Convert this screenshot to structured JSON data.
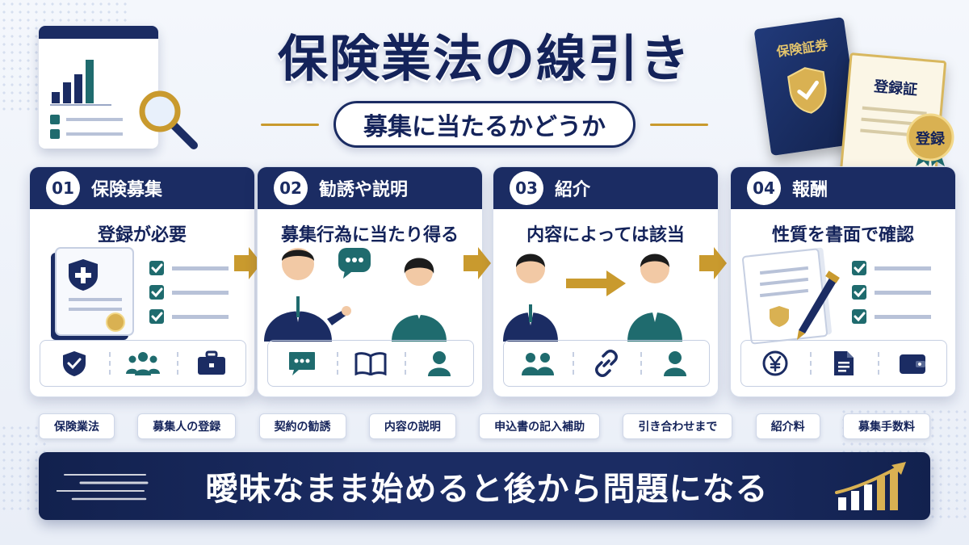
{
  "title": "保険業法の線引き",
  "subtitle": "募集に当たるかどうか",
  "top_right": {
    "book_label": "保険証券",
    "cert_label": "登録証",
    "seal_label": "登録"
  },
  "steps": [
    {
      "num": "01",
      "title": "保険募集",
      "subtitle": "登録が必要",
      "icons": [
        "shield-check-icon",
        "group-icon",
        "briefcase-icon"
      ]
    },
    {
      "num": "02",
      "title": "勧誘や説明",
      "subtitle": "募集行為に当たり得る",
      "icons": [
        "chat-bubble-icon",
        "open-book-icon",
        "person-icon"
      ]
    },
    {
      "num": "03",
      "title": "紹介",
      "subtitle": "内容によっては該当",
      "icons": [
        "two-people-icon",
        "link-icon",
        "person-icon"
      ]
    },
    {
      "num": "04",
      "title": "報酬",
      "subtitle": "性質を書面で確認",
      "icons": [
        "yen-coin-icon",
        "document-icon",
        "wallet-icon"
      ]
    }
  ],
  "tags": [
    "保険業法",
    "募集人の登録",
    "契約の勧誘",
    "内容の説明",
    "申込書の記入補助",
    "引き合わせまで",
    "紹介料",
    "募集手数料"
  ],
  "banner": {
    "text": "曖昧なまま始めると後から問題になる"
  },
  "colors": {
    "navy": "#1b2c63",
    "gold": "#c99a2e",
    "teal": "#1f6b6e"
  }
}
